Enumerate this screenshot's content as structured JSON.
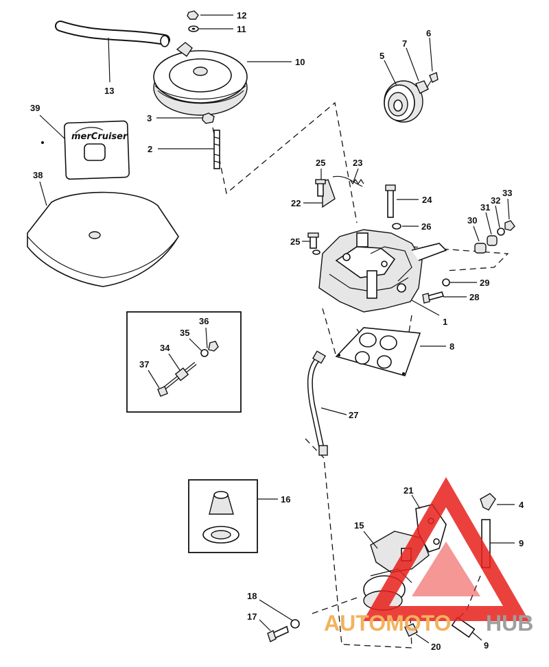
{
  "callouts": {
    "c1": "1",
    "c2": "2",
    "c3": "3",
    "c4": "4",
    "c5": "5",
    "c6": "6",
    "c7": "7",
    "c8": "8",
    "c9a": "9",
    "c9b": "9",
    "c10": "10",
    "c11": "11",
    "c12": "12",
    "c13": "13",
    "c15": "15",
    "c16": "16",
    "c17": "17",
    "c18": "18",
    "c20": "20",
    "c21": "21",
    "c22": "22",
    "c23": "23",
    "c24": "24",
    "c25a": "25",
    "c25b": "25",
    "c26": "26",
    "c27": "27",
    "c28": "28",
    "c29": "29",
    "c30": "30",
    "c31": "31",
    "c32": "32",
    "c33": "33",
    "c34": "34",
    "c35": "35",
    "c36": "36",
    "c37": "37",
    "c38": "38",
    "c39": "39"
  },
  "cover_brand": "merCruiser",
  "watermark": {
    "text_left": "AUTOMOTO",
    "text_right": "HUB",
    "color_red": "#e8201c",
    "color_orange": "#f2a541",
    "color_gray": "#8f8f8f"
  }
}
